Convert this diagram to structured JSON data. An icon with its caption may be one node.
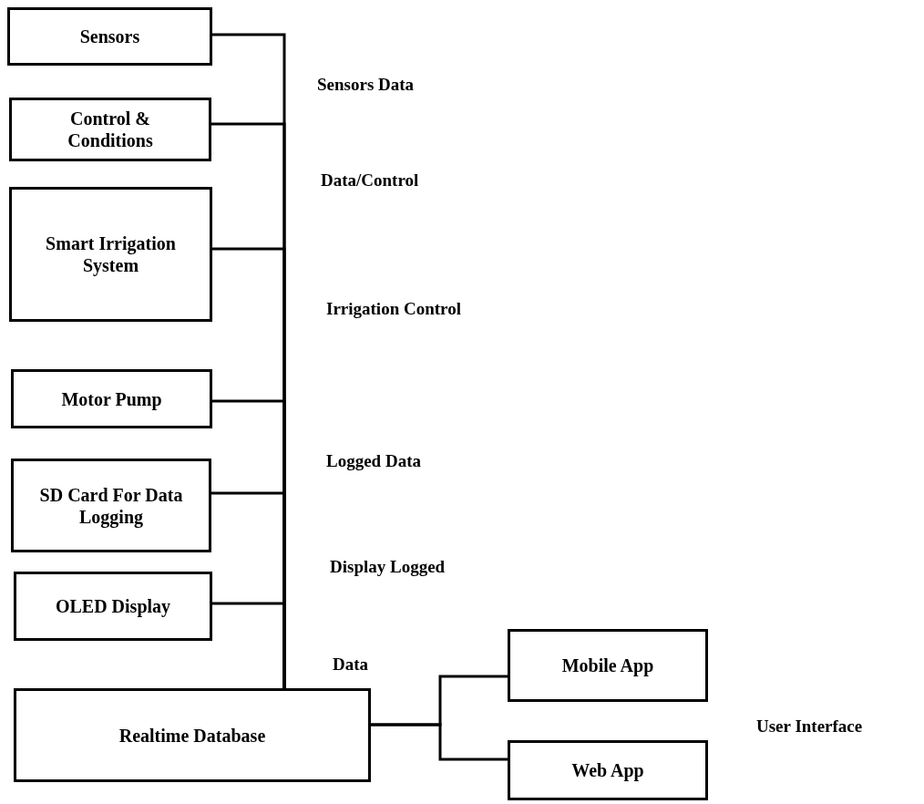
{
  "diagram": {
    "nodes": [
      {
        "text": [
          "Sensors"
        ]
      },
      {
        "text": [
          "Control & Conditions"
        ]
      },
      {
        "text": [
          "Smart Irrigation System"
        ]
      },
      {
        "text": [
          "Motor Pump"
        ]
      },
      {
        "text": [
          "SD Card For Data Logging"
        ]
      },
      {
        "text": [
          "OLED Display"
        ]
      },
      {
        "text": [
          "Realtime Database"
        ]
      },
      {
        "text": [
          "Mobile App"
        ]
      },
      {
        "text": [
          "Web App"
        ]
      }
    ],
    "edges": [
      {
        "from": 0,
        "to": 6,
        "arrow": "none"
      },
      {
        "from": 1,
        "to": 6,
        "arrow": "none"
      },
      {
        "from": 2,
        "to": 6,
        "arrow": "none"
      },
      {
        "from": 3,
        "to": 6,
        "arrow": "none"
      },
      {
        "from": 4,
        "to": 6,
        "arrow": "none"
      },
      {
        "from": 5,
        "to": 6,
        "arrow": "none"
      },
      {
        "from": 6,
        "to": 7,
        "arrow": "none"
      },
      {
        "from": 6,
        "to": 8,
        "arrow": "none"
      }
    ],
    "labels": [
      "Sensors Data",
      "Data/Control",
      "Irrigation Control",
      "Logged Data",
      "Display Logged",
      "Data",
      "User Interface"
    ]
  }
}
